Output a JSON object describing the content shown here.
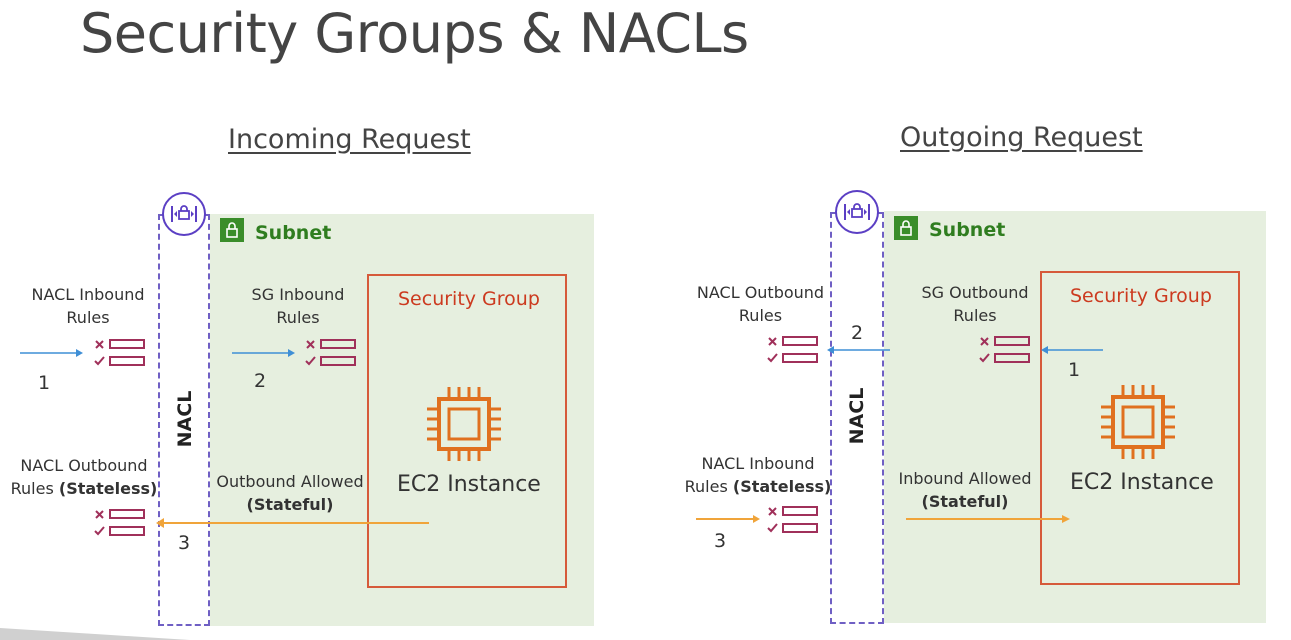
{
  "title": "Security Groups & NACLs",
  "incoming": {
    "heading": "Incoming Request",
    "subnet_label": "Subnet",
    "nacl_label": "NACL",
    "sg_title": "Security Group",
    "ec2_label": "EC2 Instance",
    "nacl_inbound": {
      "line1": "NACL Inbound",
      "line2": "Rules"
    },
    "sg_inbound": {
      "line1": "SG Inbound",
      "line2": "Rules"
    },
    "nacl_outbound": {
      "line1": "NACL Outbound",
      "line2a": "Rules ",
      "line2b": "(Stateless)"
    },
    "allowed": {
      "line1": "Outbound Allowed",
      "line2": "(Stateful)"
    },
    "step1": "1",
    "step2": "2",
    "step3": "3"
  },
  "outgoing": {
    "heading": "Outgoing Request",
    "subnet_label": "Subnet",
    "nacl_label": "NACL",
    "sg_title": "Security Group",
    "ec2_label": "EC2 Instance",
    "nacl_outbound": {
      "line1": "NACL Outbound",
      "line2": "Rules"
    },
    "sg_outbound": {
      "line1": "SG Outbound",
      "line2": "Rules"
    },
    "nacl_inbound": {
      "line1": "NACL Inbound",
      "line2a": "Rules ",
      "line2b": "(Stateless)"
    },
    "allowed": {
      "line1": "Inbound Allowed",
      "line2": "(Stateful)"
    },
    "step1": "1",
    "step2": "2",
    "step3": "3"
  },
  "colors": {
    "subnet_bg": "#e6efdf",
    "nacl_purple": "#6f5fc4",
    "sg_red": "#d65a3a",
    "ec2_orange": "#e0701f",
    "arrow_blue": "#3f8fd6",
    "arrow_orange": "#f0a43a",
    "rules_pink": "#a0305a",
    "subnet_green": "#3a8d2a"
  },
  "icons": [
    "nacl-icon",
    "lock-icon",
    "ec2-chip-icon",
    "rules-icon"
  ]
}
